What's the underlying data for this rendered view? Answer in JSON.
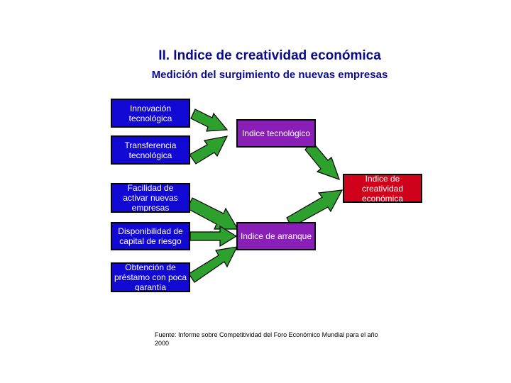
{
  "title": "II.  Indice de creatividad económica",
  "subtitle": "Medición del surgimiento de nuevas empresas",
  "colors": {
    "input_box": "#1208d4",
    "index_box": "#8a1fb8",
    "result_box": "#d0021b",
    "arrow": "#2ea02e",
    "title": "#0a0a8c"
  },
  "inputs": [
    {
      "label": "Innovación\ntecnológica"
    },
    {
      "label": "Transferencia\ntecnológica"
    },
    {
      "label": "Facilidad de\nactivar nuevas\nempresas"
    },
    {
      "label": "Disponibilidad de\ncapital de riesgo"
    },
    {
      "label": "Obtención de\npréstamo con poca\ngarantía"
    }
  ],
  "indices": {
    "tech": "Indice tecnológico",
    "startup": "Indice de arranque"
  },
  "result": "Indice de\ncreatividad\neconómica",
  "source": "Fuente: Informe sobre Competitividad del Foro Económico Mundial para el año 2000"
}
